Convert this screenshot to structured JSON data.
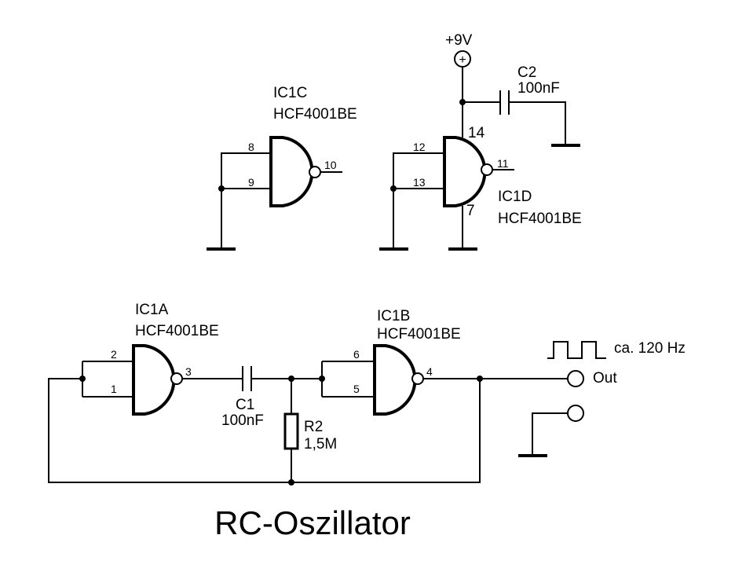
{
  "title": "RC-Oszillator",
  "supply": {
    "label": "+9V",
    "symbol": "+"
  },
  "gates": {
    "ic1a": {
      "name": "IC1A",
      "part": "HCF4001BE",
      "pin_in_top": "2",
      "pin_in_bottom": "1",
      "pin_out": "3"
    },
    "ic1b": {
      "name": "IC1B",
      "part": "HCF4001BE",
      "pin_in_top": "6",
      "pin_in_bottom": "5",
      "pin_out": "4"
    },
    "ic1c": {
      "name": "IC1C",
      "part": "HCF4001BE",
      "pin_in_top": "8",
      "pin_in_bottom": "9",
      "pin_out": "10"
    },
    "ic1d": {
      "name": "IC1D",
      "part": "HCF4001BE",
      "pin_in_top": "12",
      "pin_in_bottom": "13",
      "pin_out": "11",
      "pin_vdd": "14",
      "pin_vss": "7"
    }
  },
  "components": {
    "c1": {
      "name": "C1",
      "value": "100nF"
    },
    "c2": {
      "name": "C2",
      "value": "100nF"
    },
    "r2": {
      "name": "R2",
      "value": "1,5M"
    }
  },
  "output": {
    "label": "Out",
    "frequency": "ca. 120 Hz"
  }
}
